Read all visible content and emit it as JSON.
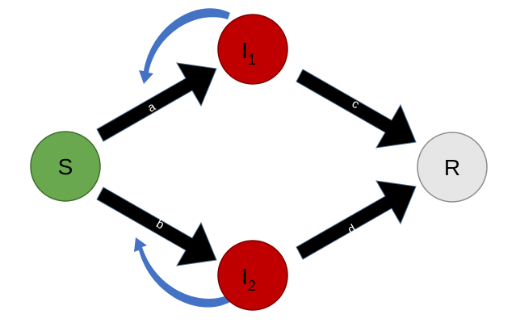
{
  "nodes": {
    "s": {
      "label": "S",
      "color": "#6aa84f",
      "stroke": "#3d6e2a"
    },
    "i1": {
      "label": "I",
      "sub": "1",
      "color": "#c00000",
      "stroke": "#7a0000"
    },
    "i2": {
      "label": "I",
      "sub": "2",
      "color": "#c00000",
      "stroke": "#7a0000"
    },
    "r": {
      "label": "R",
      "color": "#e6e6e6",
      "stroke": "#8c8c8c"
    }
  },
  "edges": {
    "a": {
      "label": "a"
    },
    "b": {
      "label": "b"
    },
    "c": {
      "label": "c"
    },
    "d": {
      "label": "d"
    }
  },
  "colors": {
    "arrow_fill": "#000000",
    "arrow_stroke": "#4a6a8c",
    "loop_arrow": "#4472c4"
  }
}
